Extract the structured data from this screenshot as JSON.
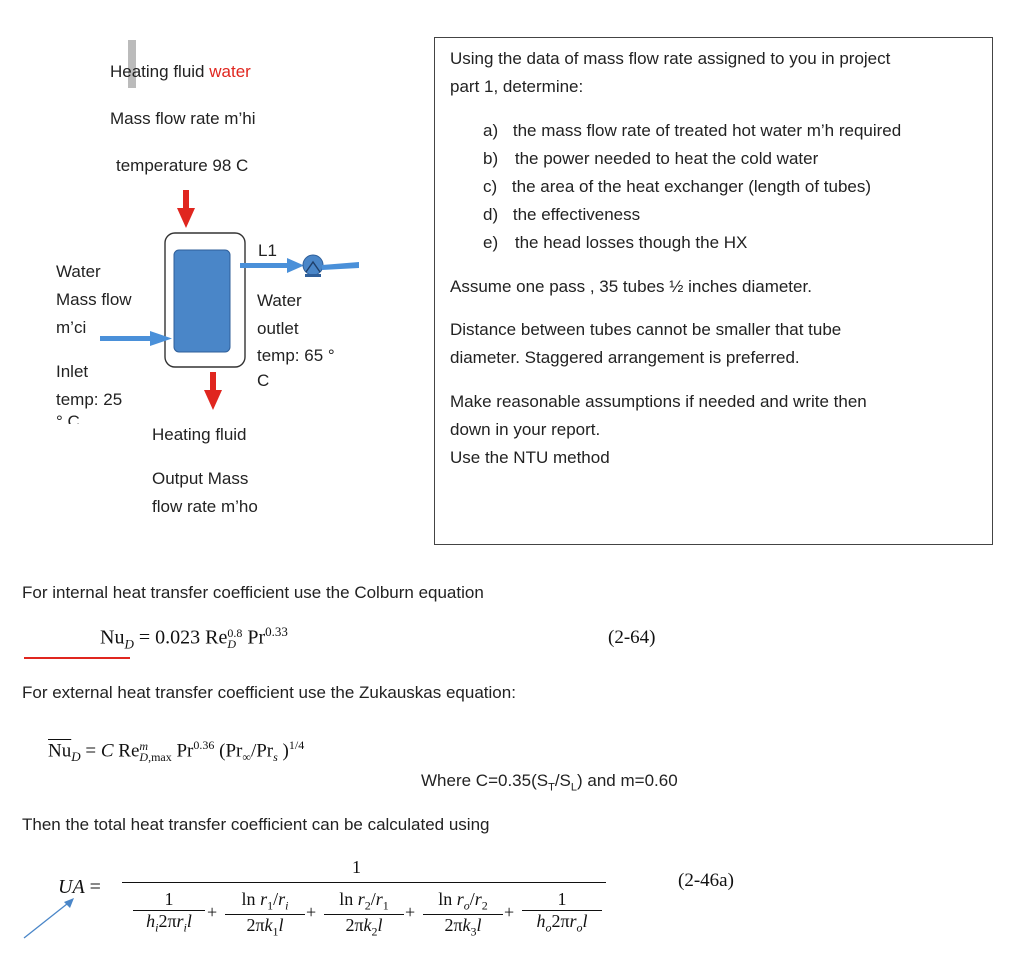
{
  "diagram": {
    "heating_fluid_prefix": "Heating fluid",
    "heating_fluid_value": "water",
    "mass_flow_in": "Mass flow rate m’hi",
    "temperature_in": "temperature 98 C",
    "label_l1": "L1",
    "left_water": "Water",
    "left_mass_flow": "Mass flow",
    "left_mci": "m’ci",
    "left_inlet": "Inlet",
    "left_temp": "temp: 25",
    "left_deg": "° C",
    "outlet_water": "Water",
    "outlet_outlet": "outlet",
    "outlet_temp": "temp: 65 °",
    "outlet_c": "C",
    "out_heating_fluid": "Heating fluid",
    "out_mass_1": "Output Mass",
    "out_mass_2": "flow rate  m’ho",
    "colors": {
      "arrow_red": "#e0261f",
      "pipe_blue": "#4a90d9",
      "tank_blue": "#4a86c8"
    }
  },
  "task": {
    "intro_1": "Using the data of mass flow rate assigned to you in project",
    "intro_2": "part 1, determine:",
    "items": [
      {
        "letter": "a)",
        "text": "the mass flow rate of treated hot water m’h required"
      },
      {
        "letter": "b)",
        "text": "the power needed to heat the cold water"
      },
      {
        "letter": "c)",
        "text": "the area of the heat exchanger (length of tubes)"
      },
      {
        "letter": "d)",
        "text": "the effectiveness"
      },
      {
        "letter": "e)",
        "text": "the head losses though the HX"
      }
    ],
    "assume": "Assume one pass , 35 tubes ½ inches diameter.",
    "distance_1": "Distance between tubes cannot be smaller that tube",
    "distance_2": "diameter. Staggered arrangement is preferred.",
    "reasonable_1": "Make reasonable assumptions if needed and write then",
    "reasonable_2": "down in your report.",
    "ntu": "Use the NTU method"
  },
  "equations": {
    "internal_text": "For internal heat transfer coefficient use  the Colburn  equation",
    "colburn_number": "(2-64)",
    "external_text": "For external heat transfer coefficient use the Zukauskas equation:",
    "where_text": "Where C=0.35(S",
    "where_text_2": "/S",
    "where_text_3": ")   and m=0.60",
    "sub_t": "T",
    "sub_l": "L",
    "total_text": "Then the total heat transfer coefficient can be calculated using",
    "ua_number": "(2-46a)"
  }
}
